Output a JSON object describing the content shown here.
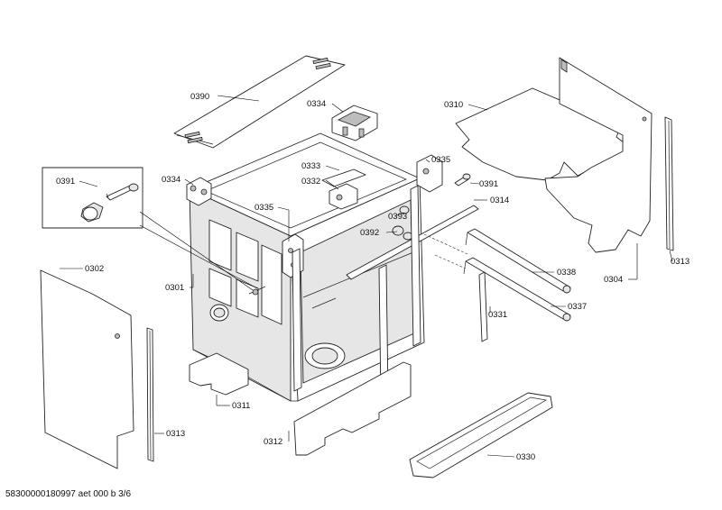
{
  "callouts": [
    {
      "id": "0390",
      "text": "0390"
    },
    {
      "id": "0334a",
      "text": "0334"
    },
    {
      "id": "0310",
      "text": "0310"
    },
    {
      "id": "0391a",
      "text": "0391"
    },
    {
      "id": "0334b",
      "text": "0334"
    },
    {
      "id": "0333",
      "text": "0333"
    },
    {
      "id": "0335a",
      "text": "0335"
    },
    {
      "id": "0332",
      "text": "0332"
    },
    {
      "id": "0391b",
      "text": "0391"
    },
    {
      "id": "0335b",
      "text": "0335"
    },
    {
      "id": "0393",
      "text": "0393"
    },
    {
      "id": "0314",
      "text": "0314"
    },
    {
      "id": "0392",
      "text": "0392"
    },
    {
      "id": "0302",
      "text": "0302"
    },
    {
      "id": "0301",
      "text": "0301"
    },
    {
      "id": "0338",
      "text": "0338"
    },
    {
      "id": "0304",
      "text": "0304"
    },
    {
      "id": "0313a",
      "text": "0313"
    },
    {
      "id": "0337",
      "text": "0337"
    },
    {
      "id": "0331",
      "text": "0331"
    },
    {
      "id": "0311",
      "text": "0311"
    },
    {
      "id": "0313b",
      "text": "0313"
    },
    {
      "id": "0312",
      "text": "0312"
    },
    {
      "id": "0330",
      "text": "0330"
    }
  ],
  "footer": "58300000180997 aet 000 b 3/6"
}
